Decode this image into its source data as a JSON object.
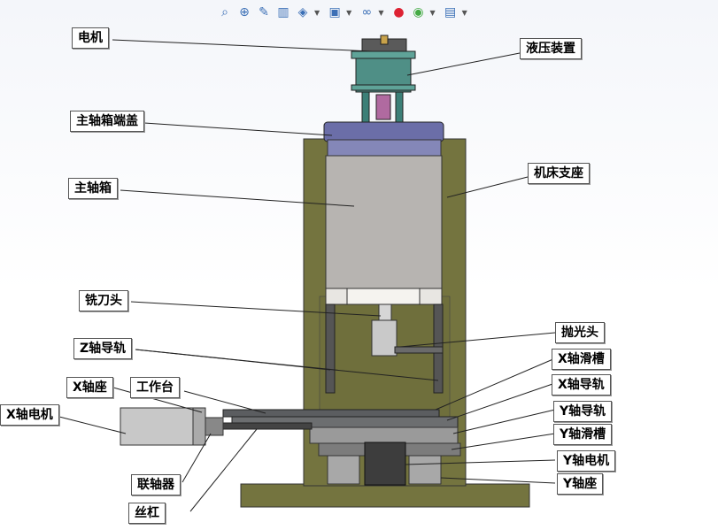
{
  "toolbar": {
    "icons": [
      "zoom-fit-icon",
      "zoom-area-icon",
      "sketch-icon",
      "section-view-icon",
      "view-orientation-icon",
      "display-style-icon",
      "hide-show-icon",
      "appearance-icon",
      "scene-icon",
      "view-settings-icon"
    ]
  },
  "labels": {
    "motor": "电机",
    "hydraulic": "液压装置",
    "spindle_cover": "主轴箱端盖",
    "bed_support": "机床支座",
    "spindle_box": "主轴箱",
    "milling_head": "铣刀头",
    "polishing_head": "抛光头",
    "z_rail": "Z轴导轨",
    "x_slot": "X轴滑槽",
    "x_seat": "X轴座",
    "worktable": "工作台",
    "x_rail": "X轴导轨",
    "x_motor": "X轴电机",
    "y_rail": "Y轴导轨",
    "y_slot": "Y轴滑槽",
    "coupling": "联轴器",
    "y_motor": "Y轴电机",
    "y_seat": "Y轴座",
    "lead_screw": "丝杠"
  },
  "colors": {
    "frame": "#74743f",
    "spindle_box": "#b7b4b1",
    "cover": "#6b6ea8",
    "hydraulic": "#4f8f86",
    "table": "#5b5d60",
    "motor": "#c8c8c8"
  }
}
